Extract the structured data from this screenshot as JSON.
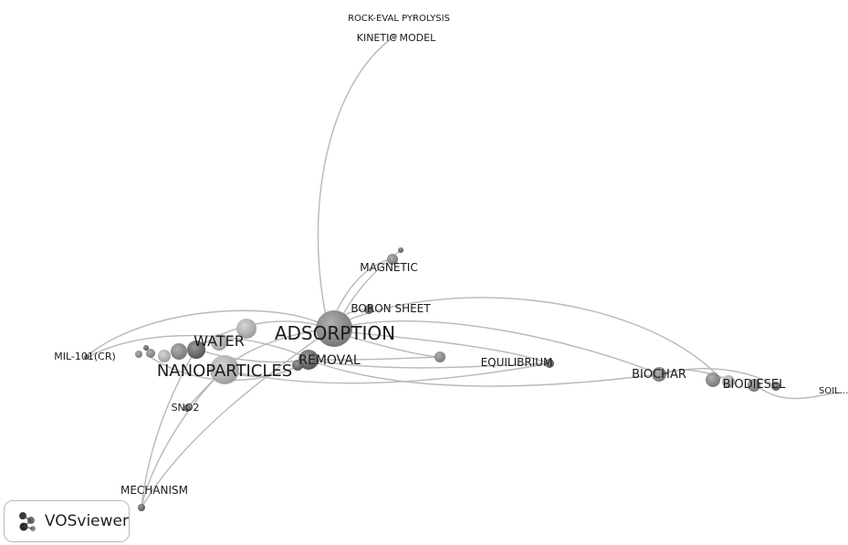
{
  "app": {
    "name": "VOSviewer"
  },
  "colors": {
    "edge": "#b8b8b8",
    "node_dark": "#6e6e6e",
    "node_mid": "#8c8c8c",
    "node_light": "#b5b5b5",
    "label": "#1a1a1a"
  },
  "nodes": {
    "rock_eval": "ROCK-EVAL PYROLYSIS",
    "kinetic": "KINETIC MODEL",
    "magnetic": "MAGNETIC",
    "boron": "BORON SHEET",
    "adsorption": "ADSORPTION",
    "water": "WATER",
    "removal": "REMOVAL",
    "nanoparticles": "NANOPARTICLES",
    "mil": "MIL-101(CR)",
    "sno2": "SNO2",
    "mechanism": "MECHANISM",
    "equilibrium": "EQUILIBRIUM",
    "biochar": "BIOCHAR",
    "biodiesel": "BIODIESEL",
    "soil": "SOIL..."
  }
}
